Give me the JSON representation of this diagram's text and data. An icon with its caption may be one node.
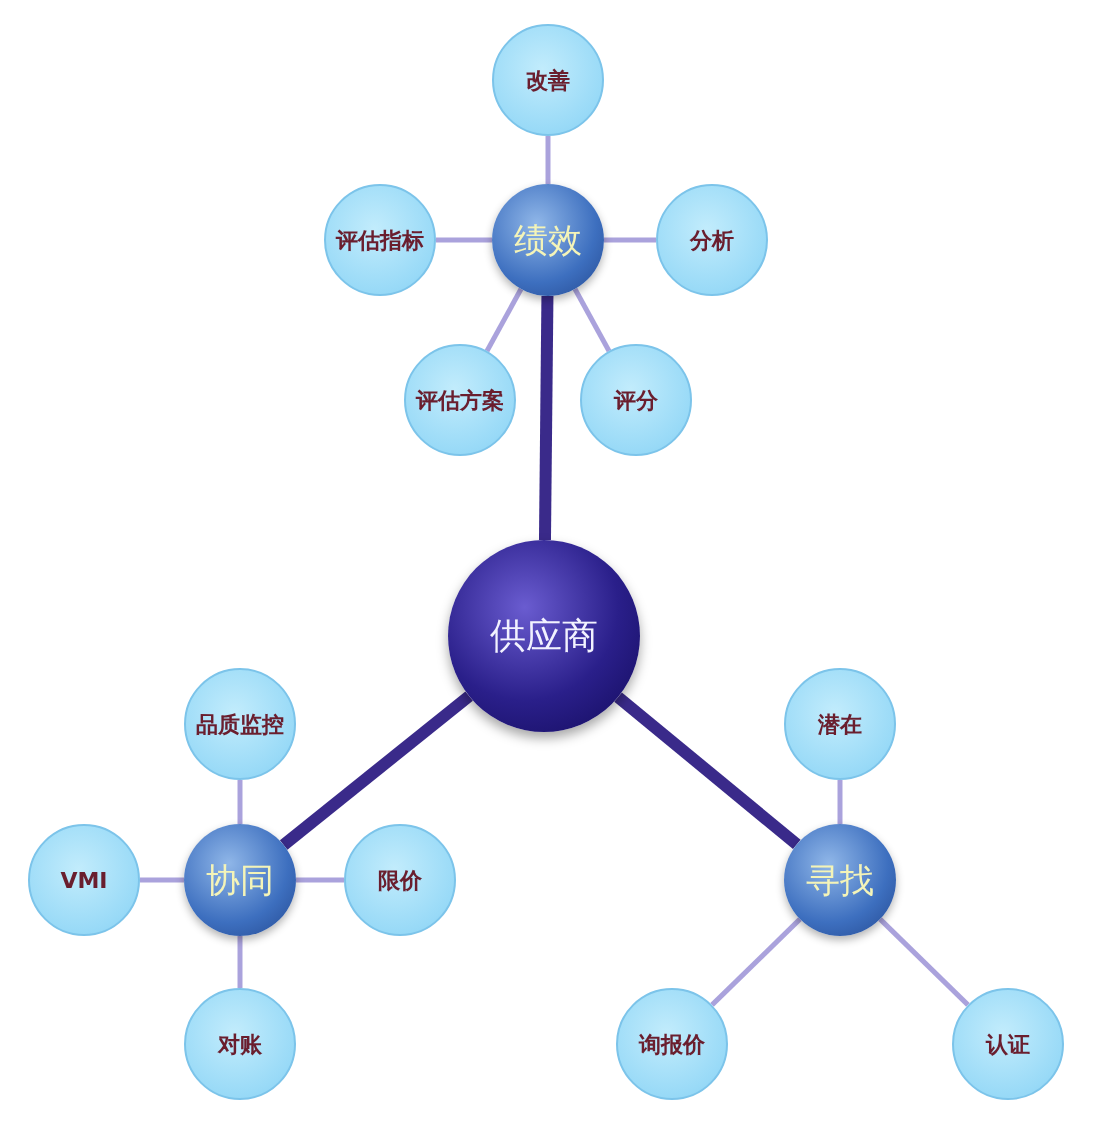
{
  "diagram": {
    "nodes": [
      {
        "text": [
          "供应商"
        ]
      },
      {
        "text": [
          "绩效"
        ]
      },
      {
        "text": [
          "改善"
        ]
      },
      {
        "text": [
          "评估指标"
        ]
      },
      {
        "text": [
          "分析"
        ]
      },
      {
        "text": [
          "评估方案"
        ]
      },
      {
        "text": [
          "评分"
        ]
      },
      {
        "text": [
          "协同"
        ]
      },
      {
        "text": [
          "品质监控"
        ]
      },
      {
        "text": [
          "VMI"
        ]
      },
      {
        "text": [
          "限价"
        ]
      },
      {
        "text": [
          "对账"
        ]
      },
      {
        "text": [
          "寻找"
        ]
      },
      {
        "text": [
          "潜在"
        ]
      },
      {
        "text": [
          "询报价"
        ]
      },
      {
        "text": [
          "认证"
        ]
      }
    ],
    "edges": [
      {
        "from": 0,
        "to": 1,
        "arrow": "none",
        "style": "thick",
        "color": "#3a2a8a"
      },
      {
        "from": 0,
        "to": 7,
        "arrow": "none",
        "style": "thick",
        "color": "#3a2a8a"
      },
      {
        "from": 0,
        "to": 12,
        "arrow": "none",
        "style": "thick",
        "color": "#3a2a8a"
      },
      {
        "from": 1,
        "to": 2,
        "arrow": "none"
      },
      {
        "from": 1,
        "to": 3,
        "arrow": "none"
      },
      {
        "from": 1,
        "to": 4,
        "arrow": "none"
      },
      {
        "from": 1,
        "to": 5,
        "arrow": "none"
      },
      {
        "from": 1,
        "to": 6,
        "arrow": "none"
      },
      {
        "from": 7,
        "to": 8,
        "arrow": "none"
      },
      {
        "from": 7,
        "to": 9,
        "arrow": "none"
      },
      {
        "from": 7,
        "to": 10,
        "arrow": "none"
      },
      {
        "from": 7,
        "to": 11,
        "arrow": "none"
      },
      {
        "from": 12,
        "to": 13,
        "arrow": "none"
      },
      {
        "from": 12,
        "to": 14,
        "arrow": "none"
      },
      {
        "from": 12,
        "to": 15,
        "arrow": "none"
      }
    ]
  }
}
